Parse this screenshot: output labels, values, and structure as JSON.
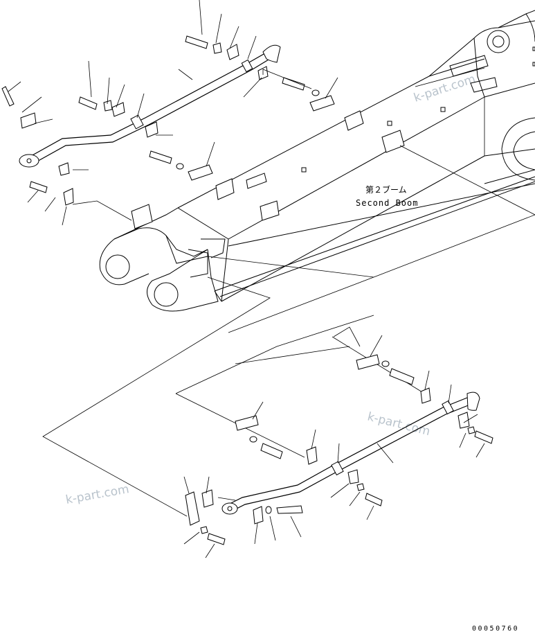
{
  "diagram": {
    "label_jp": "第２ブーム",
    "label_en": "Second Boom",
    "drawing_code": "00050760",
    "watermarks": [
      "k-part.com",
      "k-part.com",
      "k-part.com"
    ]
  }
}
